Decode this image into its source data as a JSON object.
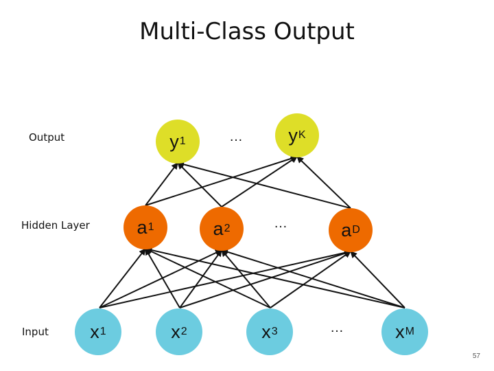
{
  "title": "Multi-Class Output",
  "row_labels": {
    "output": "Output",
    "hidden": "Hidden Layer",
    "input": "Input"
  },
  "nodes": {
    "output": [
      {
        "base": "y",
        "sub": "1"
      },
      {
        "base": "y",
        "sub": "K"
      }
    ],
    "hidden": [
      {
        "base": "a",
        "sub": "1"
      },
      {
        "base": "a",
        "sub": "2"
      },
      {
        "base": "a",
        "sub": "D"
      }
    ],
    "input": [
      {
        "base": "x",
        "sub": "1"
      },
      {
        "base": "x",
        "sub": "2"
      },
      {
        "base": "x",
        "sub": "3"
      },
      {
        "base": "x",
        "sub": "M"
      }
    ]
  },
  "ellipsis": "…",
  "page_number": "57",
  "colors": {
    "output_node": "#dede28",
    "hidden_node": "#ee6a00",
    "input_node": "#6ccce0",
    "edge": "#111111"
  }
}
